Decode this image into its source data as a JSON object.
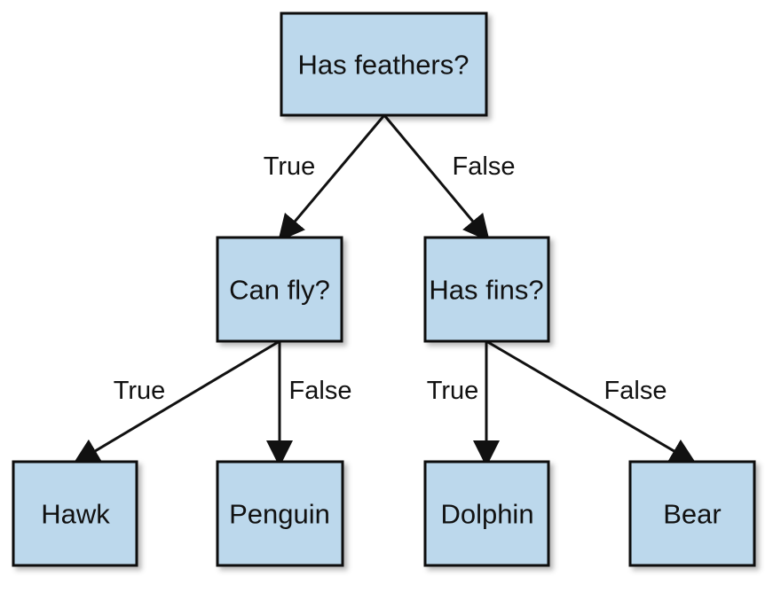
{
  "nodes": {
    "root": "Has feathers?",
    "can_fly": "Can fly?",
    "has_fins": "Has fins?",
    "hawk": "Hawk",
    "penguin": "Penguin",
    "dolphin": "Dolphin",
    "bear": "Bear"
  },
  "edges": {
    "root_true": "True",
    "root_false": "False",
    "can_fly_true": "True",
    "can_fly_false": "False",
    "has_fins_true": "True",
    "has_fins_false": "False"
  },
  "colors": {
    "node_fill": "#bcd8ec",
    "stroke": "#111111"
  }
}
